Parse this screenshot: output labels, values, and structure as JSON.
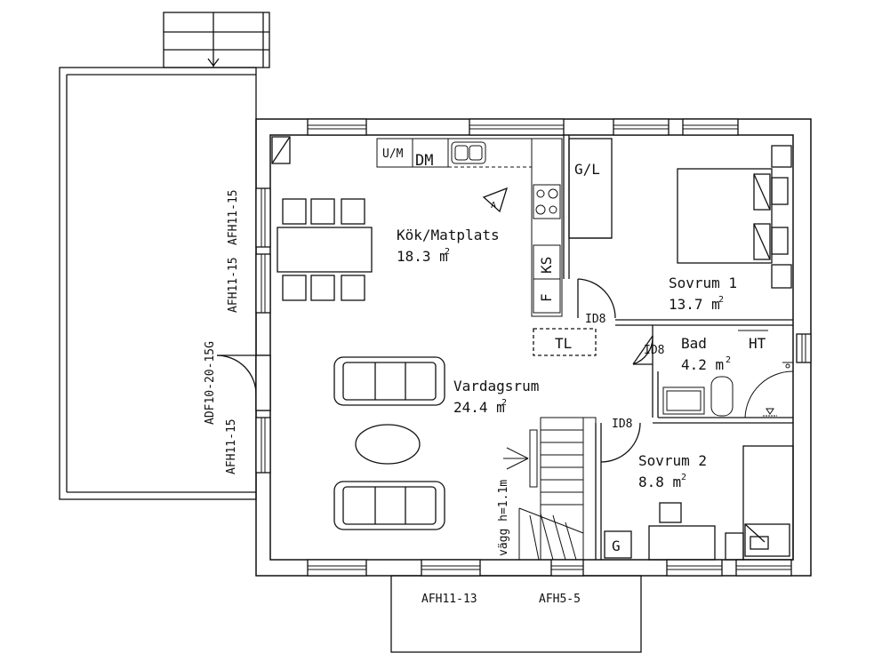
{
  "rooms": {
    "kitchen": {
      "name": "Kök/Matplats",
      "area": "18.3 m",
      "unit_sup": "2"
    },
    "living": {
      "name": "Vardagsrum",
      "area": "24.4 m",
      "unit_sup": "2"
    },
    "bedroom1": {
      "name": "Sovrum 1",
      "area": "13.7 m",
      "unit_sup": "2"
    },
    "bath": {
      "name": "Bad",
      "area": "4.2 m",
      "unit_sup": "2"
    },
    "bedroom2": {
      "name": "Sovrum 2",
      "area": "8.8 m",
      "unit_sup": "2"
    }
  },
  "fixtures": {
    "um": "U/M",
    "dm": "DM",
    "gl": "G/L",
    "ks": "KS",
    "f": "F",
    "tl": "TL",
    "ht": "HT",
    "g": "G"
  },
  "doors": {
    "id8_kitchen": "ID8",
    "id8_bath": "ID8",
    "id8_bedroom2": "ID8"
  },
  "windows": {
    "afh11_15_a": "AFH11-15",
    "afh11_15_b": "AFH11-15",
    "adf": "ADF10-20-15G",
    "afh11_15_c": "AFH11-15",
    "afh11_13": "AFH11-13",
    "afh5_5": "AFH5-5"
  },
  "annotations": {
    "stair_note": "vägghöjd 1.1m",
    "stair_note_display": "vägg h=1.1m",
    "compass": "A"
  }
}
